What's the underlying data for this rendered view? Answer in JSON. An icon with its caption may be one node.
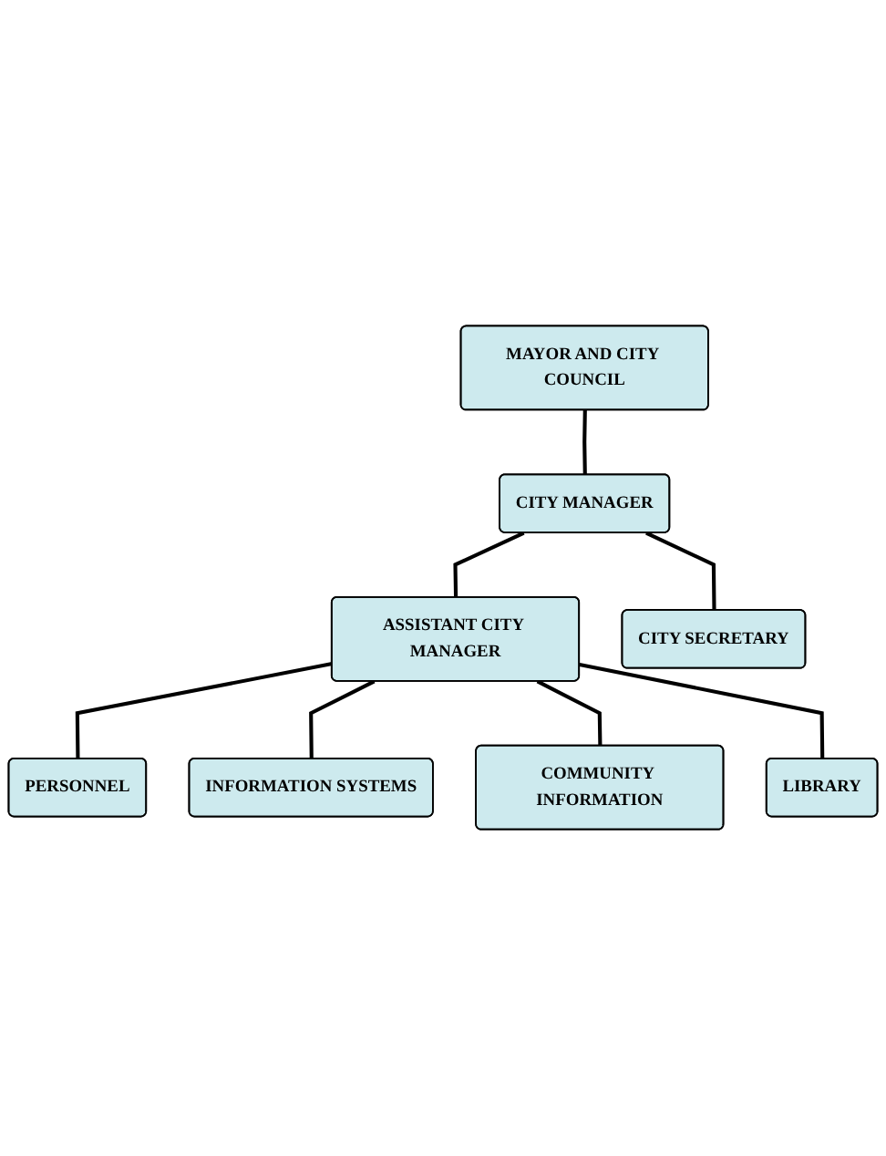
{
  "diagram": {
    "nodes": [
      {
        "text": [
          "MAYOR AND CITY COUNCIL"
        ]
      },
      {
        "text": [
          "CITY MANAGER"
        ]
      },
      {
        "text": [
          "ASSISTANT CITY MANAGER"
        ]
      },
      {
        "text": [
          "CITY SECRETARY"
        ]
      },
      {
        "text": [
          "PERSONNEL"
        ]
      },
      {
        "text": [
          "INFORMATION SYSTEMS"
        ]
      },
      {
        "text": [
          "COMMUNITY INFORMATION"
        ]
      },
      {
        "text": [
          "LIBRARY"
        ]
      }
    ],
    "edges": [
      {
        "from": 0,
        "to": 1,
        "arrow": "none"
      },
      {
        "from": 1,
        "to": 2,
        "arrow": "none"
      },
      {
        "from": 1,
        "to": 3,
        "arrow": "none"
      },
      {
        "from": 2,
        "to": 4,
        "arrow": "none"
      },
      {
        "from": 2,
        "to": 5,
        "arrow": "none"
      },
      {
        "from": 2,
        "to": 6,
        "arrow": "none"
      },
      {
        "from": 2,
        "to": 7,
        "arrow": "none"
      }
    ]
  }
}
